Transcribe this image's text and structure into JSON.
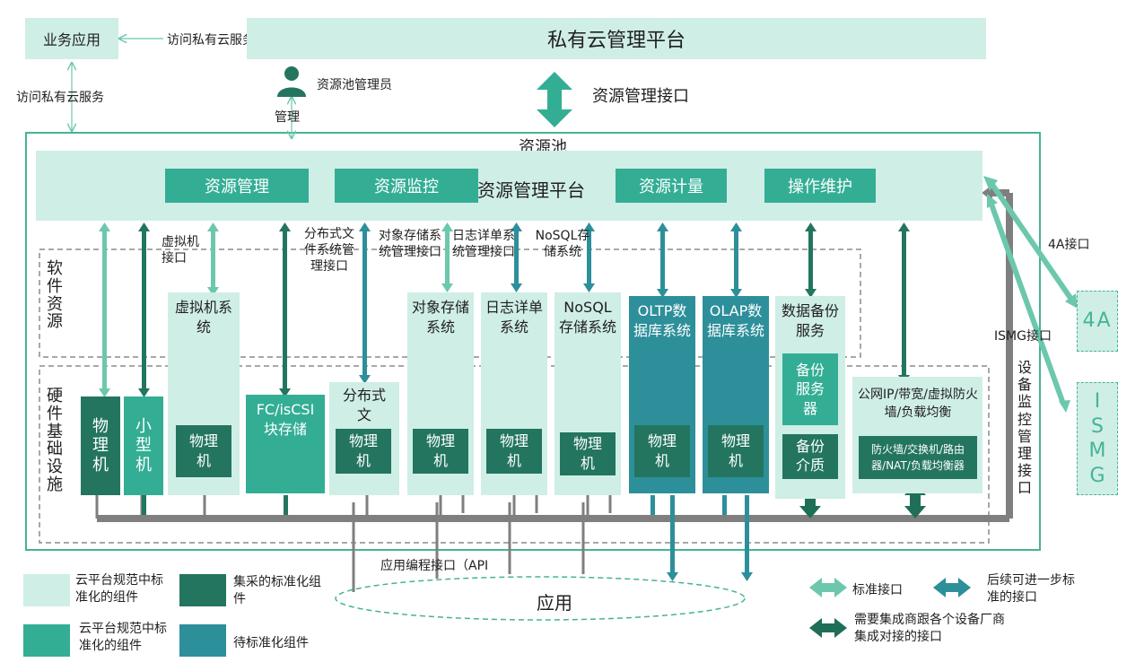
{
  "top": {
    "business_app": "业务应用",
    "access_private_cloud_1": "访问私有云服务",
    "access_private_cloud_2": "访问私有云服务",
    "private_cloud_platform": "私有云管理平台",
    "resource_pool_admin": "资源池管理员",
    "manage": "管理",
    "resource_mgmt_interface": "资源管理接口"
  },
  "pool": {
    "title": "资源池",
    "platform_label": "资源管理平台",
    "modules": [
      "资源管理",
      "资源监控",
      "资源计量",
      "操作维护"
    ],
    "interface_4a": "4A接口",
    "interface_ismg": "ISMG接口",
    "device_monitor_interface": "设备监控管理接口"
  },
  "software": {
    "label": "软件资源",
    "vm_interface": "虚拟机接口",
    "dfs_interface": "分布式文件系统管理接口",
    "object_interface": "对象存储系统管理接口",
    "log_interface": "日志详单系统管理接口",
    "nosql_interface": "NoSQL存储系统"
  },
  "hardware": {
    "label": "硬件基础设施",
    "physical_machine_1": "物理机",
    "mini_machine": "小型机",
    "vm_system": "虚拟机系统",
    "vm_physical": "物理机",
    "fc_storage": "FC/isCSI块存储",
    "dfs": "分布式文",
    "dfs_physical": "物理机",
    "object_storage": "对象存储系统",
    "object_physical": "物理机",
    "log_system": "日志详单系统",
    "log_physical": "物理机",
    "nosql_system": "NoSQL存储系统",
    "nosql_physical": "物理机",
    "oltp_system": "OLTP数据库系统",
    "oltp_physical": "物理机",
    "olap_system": "OLAP数据库系统",
    "olap_physical": "物理机",
    "backup_service": "数据备份服务",
    "backup_server": "备份服务器",
    "backup_media": "备份介质",
    "network": "公网IP/带宽/虚拟防火墙/负载均衡",
    "network_devices": "防火墙/交换机/路由器/NAT/负载均衡器"
  },
  "side": {
    "box_4a": "4A",
    "box_ismg": "ISMG"
  },
  "bottom": {
    "api_label": "应用编程接口（API",
    "app": "应用"
  },
  "legend": {
    "light": "云平台规范中标准化的组件",
    "dark": "集采的标准化组件",
    "mid": "云平台规范中标准化的组件",
    "teal": "待标准化组件",
    "arrow_standard": "标准接口",
    "arrow_future": "后续可进一步标准的接口",
    "arrow_vendor": "需要集成商跟各个设备厂商集成对接的接口"
  },
  "colors": {
    "light": "#cfeee6",
    "mid": "#33ae95",
    "dark": "#237560",
    "teal": "#2d8f9a",
    "arrow_light": "#6cc7ad",
    "arrow_teal": "#2d8f9a",
    "arrow_dark": "#1f6e58",
    "gray": "#7f7f7f"
  }
}
